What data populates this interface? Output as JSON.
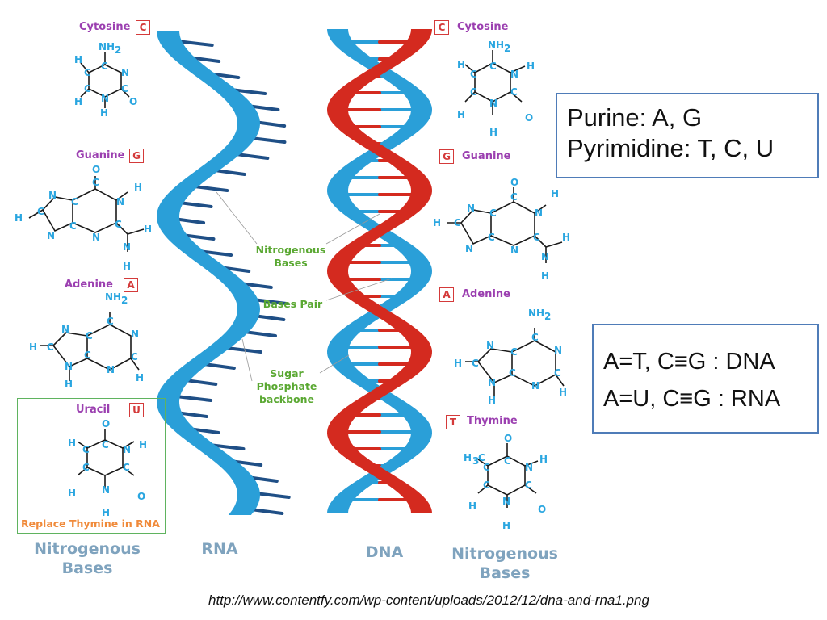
{
  "bases": {
    "left_cytosine": {
      "name": "Cytosine",
      "letter": "C"
    },
    "left_guanine": {
      "name": "Guanine",
      "letter": "G"
    },
    "left_adenine": {
      "name": "Adenine",
      "letter": "A"
    },
    "uracil": {
      "name": "Uracil",
      "letter": "U",
      "note": "Replace Thymine in RNA"
    },
    "right_cytosine": {
      "name": "Cytosine",
      "letter": "C"
    },
    "right_guanine": {
      "name": "Guanine",
      "letter": "G"
    },
    "right_adenine": {
      "name": "Adenine",
      "letter": "A"
    },
    "right_thymine": {
      "name": "Thymine",
      "letter": "T"
    }
  },
  "annotations": {
    "nitrogenous_bases_1": "Nitrogenous",
    "nitrogenous_bases_2": "Bases",
    "bases_pair": "Bases Pair",
    "sugar_1": "Sugar",
    "sugar_2": "Phosphate",
    "sugar_3": "backbone"
  },
  "labels": {
    "left_nitro_1": "Nitrogenous",
    "left_nitro_2": "Bases",
    "rna": "RNA",
    "dna": "DNA",
    "right_nitro_1": "Nitrogenous",
    "right_nitro_2": "Bases"
  },
  "info": {
    "purine": "Purine:  A, G",
    "pyrimidine": "Pyrimidine: T, C, U",
    "dna_pair": "A=T, C≡G : DNA",
    "rna_pair": "A=U, C≡G : RNA"
  },
  "source_url": "http://www.contentfy.com/wp-content/uploads/2012/12/dna-and-rna1.png",
  "colors": {
    "strand_blue": "#2a9fd8",
    "strand_red": "#d42a1f",
    "rung_dark": "#1f4f86",
    "atom_blue": "#2aa6e0",
    "base_name_purple": "#9b3fb0",
    "letter_red": "#d43a3a",
    "annotation_green": "#5aa832",
    "label_gray_blue": "#7fa3be",
    "box_border": "#4f7cb8"
  }
}
